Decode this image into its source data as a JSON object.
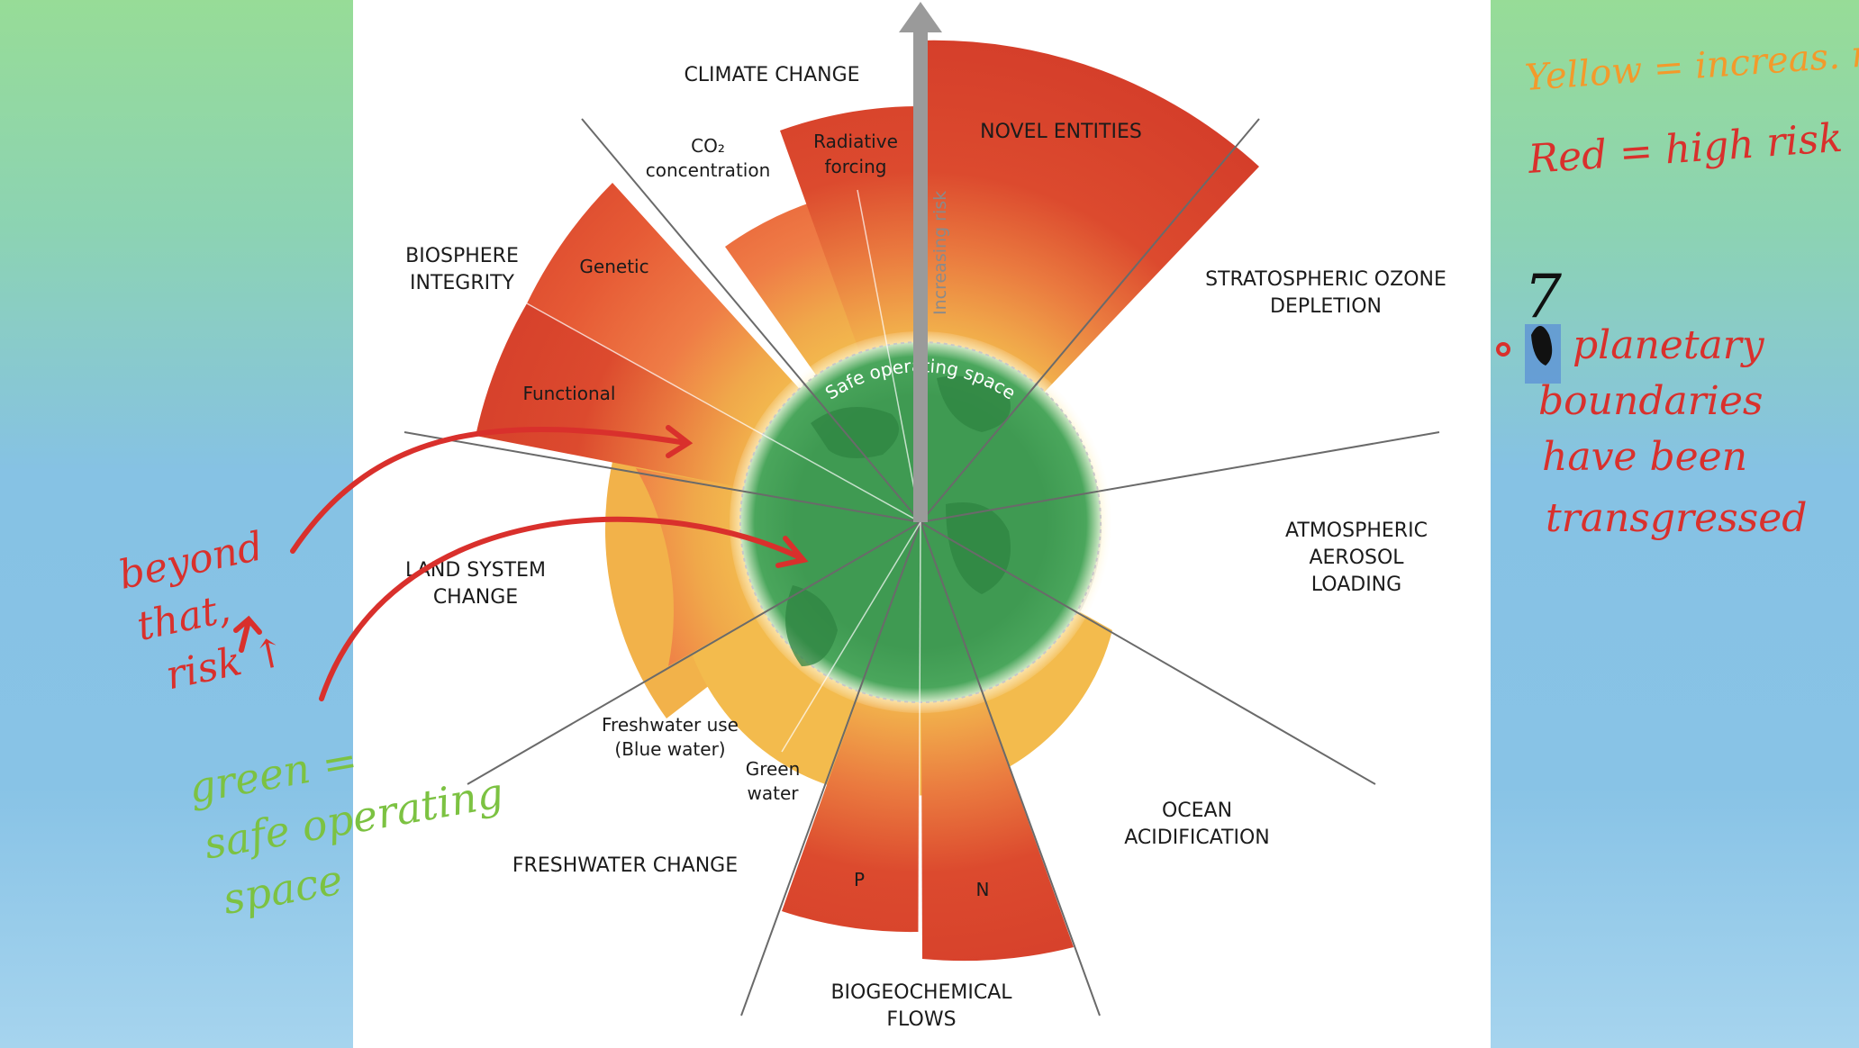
{
  "diagram": {
    "axis_label": "Increasing risk",
    "core_label": "Safe operating space",
    "boundaries": [
      {
        "key": "climate",
        "label_lines": [
          "CLIMATE CHANGE"
        ]
      },
      {
        "key": "co2",
        "label_lines": [
          "CO₂",
          "concentration"
        ]
      },
      {
        "key": "radiative",
        "label_lines": [
          "Radiative",
          "forcing"
        ]
      },
      {
        "key": "novel",
        "label_lines": [
          "NOVEL ENTITIES"
        ]
      },
      {
        "key": "ozone",
        "label_lines": [
          "STRATOSPHERIC OZONE",
          "DEPLETION"
        ]
      },
      {
        "key": "aerosol",
        "label_lines": [
          "ATMOSPHERIC",
          "AEROSOL",
          "LOADING"
        ]
      },
      {
        "key": "ocean",
        "label_lines": [
          "OCEAN",
          "ACIDIFICATION"
        ]
      },
      {
        "key": "biogeo",
        "label_lines": [
          "BIOGEOCHEMICAL",
          "FLOWS"
        ]
      },
      {
        "key": "p",
        "label_lines": [
          "P"
        ]
      },
      {
        "key": "n",
        "label_lines": [
          "N"
        ]
      },
      {
        "key": "freshwater",
        "label_lines": [
          "FRESHWATER CHANGE"
        ]
      },
      {
        "key": "blue",
        "label_lines": [
          "Freshwater use",
          "(Blue water)"
        ]
      },
      {
        "key": "green",
        "label_lines": [
          "Green",
          "water"
        ]
      },
      {
        "key": "land",
        "label_lines": [
          "LAND SYSTEM",
          "CHANGE"
        ]
      },
      {
        "key": "biosphere",
        "label_lines": [
          "BIOSPHERE",
          "INTEGRITY"
        ]
      },
      {
        "key": "genetic",
        "label_lines": [
          "Genetic"
        ]
      },
      {
        "key": "functional",
        "label_lines": [
          "Functional"
        ]
      }
    ]
  },
  "annotations": {
    "beyond": [
      "beyond",
      "that,",
      "risk ↑"
    ],
    "green": [
      "green =",
      "safe operating",
      "space"
    ],
    "yellow": "Yellow = increas. risk",
    "red": "Red  =  high risk",
    "count": "7",
    "transgressed": [
      "planetary",
      "boundaries",
      "have been",
      "transgressed"
    ]
  },
  "colors": {
    "safe": "#3f9a52",
    "yellow": "#f2c14e",
    "orange": "#ee7a45",
    "red": "#d8392b",
    "grey": "#d2d2d2",
    "ink_red": "#d9302c",
    "ink_green": "#7cc242",
    "ink_orange": "#f39a2b"
  }
}
